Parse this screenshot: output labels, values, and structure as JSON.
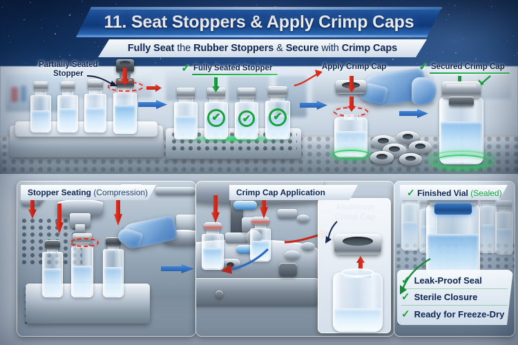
{
  "header": {
    "step_number": "11.",
    "title": "11. Seat Stoppers & Apply Crimp Caps",
    "title_main": "Seat Stoppers",
    "title_amp": "&",
    "title_tail": "Apply Crimp Caps",
    "subtitle_full": "Fully Seat the Rubber Stoppers & Secure with Crimp Caps",
    "subtitle_p1": "Fully Seat",
    "subtitle_p2": "the",
    "subtitle_p3": "Rubber Stoppers",
    "subtitle_p4": "&",
    "subtitle_p5": "Secure",
    "subtitle_p6": "with",
    "subtitle_p7": "Crimp Caps"
  },
  "top_scene": {
    "steps": [
      {
        "id": "partially-seated",
        "label_line1": "Partially Seated",
        "label_line2": "Stopper",
        "has_check": false
      },
      {
        "id": "fully-seated",
        "label_line1": "Fully Seated Stopper",
        "label_line2": "",
        "has_check": true
      },
      {
        "id": "apply-crimp-cap",
        "label_line1": "Apply Crimp Cap",
        "label_line2": "",
        "has_check": false
      },
      {
        "id": "secured-crimp-cap",
        "label_line1": "Secured Crimp Cap",
        "label_line2": "",
        "has_check": true
      }
    ],
    "check_glyph": "✓",
    "vial_check_glyph": "✔",
    "tray1_vials": 4,
    "tray2_vials": 4,
    "tray2_checks": 3,
    "loose_crimp_caps": 6
  },
  "panels": [
    {
      "id": "stopper-seating",
      "title_main": "Stopper Seating",
      "title_note": "(Compression)",
      "has_check": false,
      "vials": 3,
      "red_arrows": 3
    },
    {
      "id": "crimp-cap-application",
      "title_main": "Crimp Cap Application",
      "title_note": "",
      "has_check": false,
      "callout_line1": "Aluminum",
      "callout_line2": "Crimp Cap",
      "red_arrows": 2,
      "blue_arrows": 2
    },
    {
      "id": "finished-vial",
      "title_main": "Finished Vial",
      "title_note": "(Sealed)",
      "has_check": true,
      "checklist": [
        {
          "label": "Leak-Proof Seal"
        },
        {
          "label": "Sterile Closure"
        },
        {
          "label": "Ready for Freeze-Dry"
        }
      ],
      "check_glyph": "✓"
    }
  ],
  "colors": {
    "banner_blue_dark": "#123d80",
    "banner_blue_light": "#2f73c8",
    "navy_text": "#0e2551",
    "green_accent": "#17a23c",
    "red_arrow": "#e02a18",
    "blue_arrow": "#1f57a8",
    "steel_light": "#eef3f8",
    "steel_dark": "#6d7a87"
  }
}
